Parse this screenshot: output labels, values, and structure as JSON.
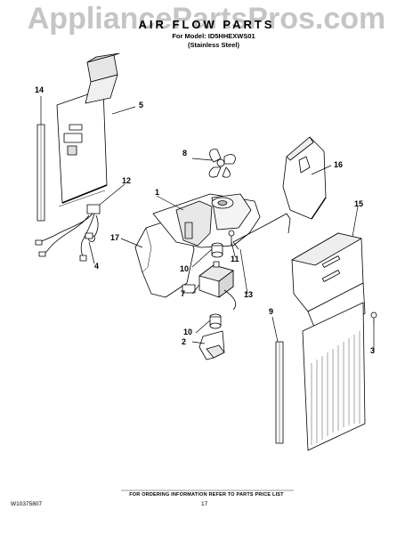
{
  "watermark": "AppliancePartsPros.com",
  "header": {
    "title": "AIR FLOW PARTS",
    "model_line": "For Model: ID5HHEXWS01",
    "model_finish": "(Stainless Steel)"
  },
  "callouts": [
    "1",
    "2",
    "3",
    "4",
    "5",
    "7",
    "8",
    "9",
    "10",
    "10",
    "11",
    "12",
    "13",
    "14",
    "15",
    "16",
    "17"
  ],
  "footer": {
    "ordering_note": "FOR ORDERING INFORMATION REFER TO PARTS PRICE LIST",
    "doc_number": "W10375807",
    "page_number": "17"
  }
}
